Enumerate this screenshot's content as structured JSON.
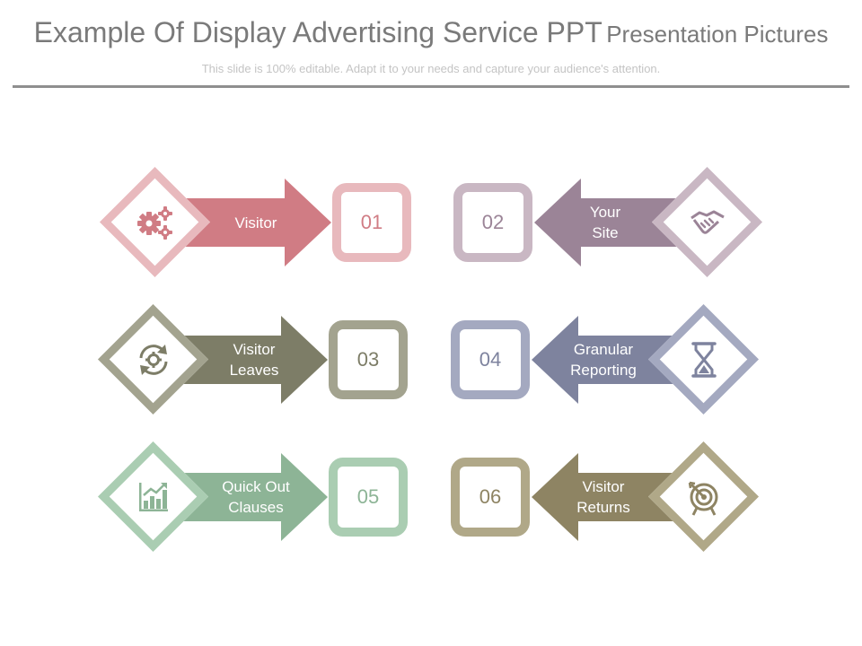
{
  "header": {
    "title_main": "Example Of Display Advertising Service PPT",
    "title_sub": "Presentation Pictures",
    "subtitle": "This slide is 100% editable. Adapt it to your needs and capture your audience's attention."
  },
  "items": [
    {
      "number": "01",
      "label": "Visitor",
      "icon": "gears-icon",
      "color": "#d07c84",
      "light": "#e8b9bd"
    },
    {
      "number": "02",
      "label": "Your\nSite",
      "icon": "handshake-icon",
      "color": "#9b8497",
      "light": "#c9b7c3"
    },
    {
      "number": "03",
      "label": "Visitor\nLeaves",
      "icon": "refresh-gear-icon",
      "color": "#7d7d67",
      "light": "#a3a38f"
    },
    {
      "number": "04",
      "label": "Granular\nReporting",
      "icon": "hourglass-icon",
      "color": "#7e839e",
      "light": "#a4a9c0"
    },
    {
      "number": "05",
      "label": "Quick Out\nClauses",
      "icon": "bar-chart-icon",
      "color": "#8db496",
      "light": "#aacdb2"
    },
    {
      "number": "06",
      "label": "Visitor\nReturns",
      "icon": "target-icon",
      "color": "#8e8463",
      "light": "#b0a888"
    }
  ]
}
